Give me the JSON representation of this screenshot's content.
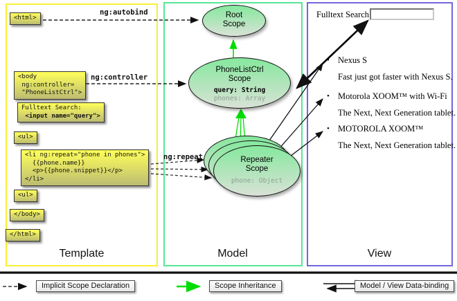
{
  "panels": {
    "template": {
      "label": "Template"
    },
    "model": {
      "label": "Model"
    },
    "view": {
      "label": "View"
    }
  },
  "template_code": {
    "html_open": "<html>",
    "body_open": "<body\n ng:controller=\n \"PhoneListCtrl\">",
    "fulltext_label": "Fulltext Search:",
    "fulltext_input": " <input name=\"query\">",
    "ul_open": "<ul>",
    "li_repeat": "<li ng:repeat=\"phone in phones\">\n  {{phone.name}}\n  <p>{{phone.snippet}}</p>\n</li>",
    "ul_close": "<ul>",
    "body_close": "</body>",
    "html_close": "</html>"
  },
  "arrow_labels": {
    "autobind": "ng:autobind",
    "controller": "ng:controller",
    "repeat": "ng:repeat"
  },
  "scopes": {
    "root": {
      "title": "Root\nScope"
    },
    "phonelistctrl": {
      "title": "PhoneListCtrl\nScope",
      "prop_query": "query: String",
      "prop_phones": "phones: Array"
    },
    "repeater": {
      "title": "Repeater\nScope",
      "prop_phone": "phone: Object"
    }
  },
  "view_content": {
    "search_label": "Fulltext Search:",
    "search_value": "",
    "bullet": "•",
    "items": [
      {
        "title": "Nexus S",
        "desc": "Fast just got faster with Nexus S."
      },
      {
        "title": "Motorola XOOM™  with Wi-Fi",
        "desc": "The Next, Next Generation tablet."
      },
      {
        "title": "MOTOROLA XOOM™",
        "desc": "The Next, Next Generation tablet."
      }
    ]
  },
  "legend": {
    "implicit": "Implicit Scope Declaration",
    "inheritance": "Scope Inheritance",
    "binding": "Model / View Data-binding"
  },
  "colors": {
    "template_border": "#f8ef35",
    "model_border": "#55e695",
    "view_border": "#7166de",
    "box_yellow_top": "#ffff5a",
    "box_yellow_bottom": "#bcbc72",
    "scope_top": "#86e89e",
    "scope_bottom": "#d9e2d6",
    "green_arrow": "#00dd00",
    "prop_muted": "#8f9f93"
  }
}
